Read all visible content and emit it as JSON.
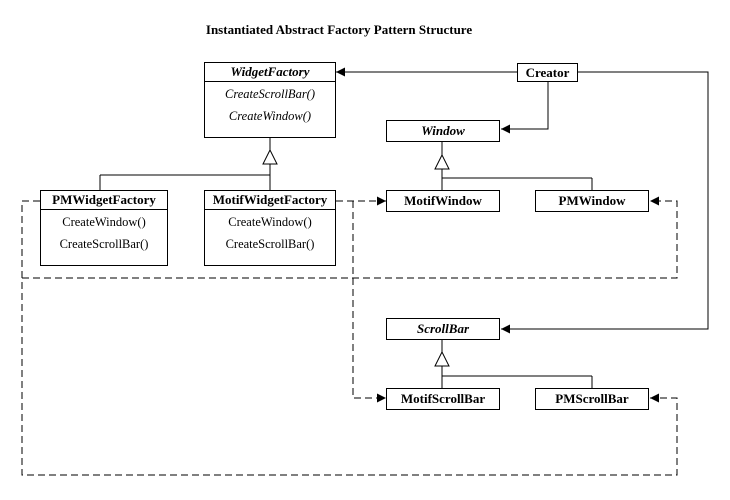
{
  "title": "Instantiated Abstract Factory Pattern Structure",
  "classes": {
    "widget_factory": {
      "name": "WidgetFactory",
      "methods": [
        "CreateScrollBar()",
        "CreateWindow()"
      ]
    },
    "creator": {
      "name": "Creator"
    },
    "window": {
      "name": "Window"
    },
    "pm_widget_factory": {
      "name": "PMWidgetFactory",
      "methods": [
        "CreateWindow()",
        "CreateScrollBar()"
      ]
    },
    "motif_widget_factory": {
      "name": "MotifWidgetFactory",
      "methods": [
        "CreateWindow()",
        "CreateScrollBar()"
      ]
    },
    "motif_window": {
      "name": "MotifWindow"
    },
    "pm_window": {
      "name": "PMWindow"
    },
    "scroll_bar": {
      "name": "ScrollBar"
    },
    "motif_scroll_bar": {
      "name": "MotifScrollBar"
    },
    "pm_scroll_bar": {
      "name": "PMScrollBar"
    }
  }
}
